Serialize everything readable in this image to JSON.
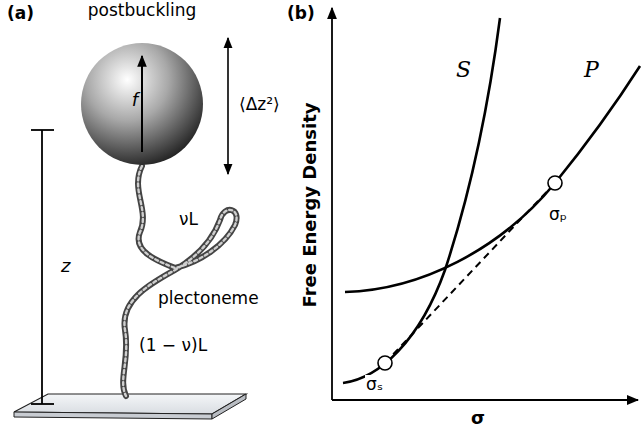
{
  "diagram": {
    "nodes": [
      {
        "text": [
          "f"
        ]
      }
    ],
    "labels": [
      "(a)",
      "postbuckling",
      "⟨Δz²⟩",
      "z",
      "νL",
      "plectoneme",
      "(1 − ν)L",
      "(b)",
      "Free Energy Density",
      "σ",
      "S",
      "P",
      "σₚ",
      "σₛ"
    ]
  }
}
